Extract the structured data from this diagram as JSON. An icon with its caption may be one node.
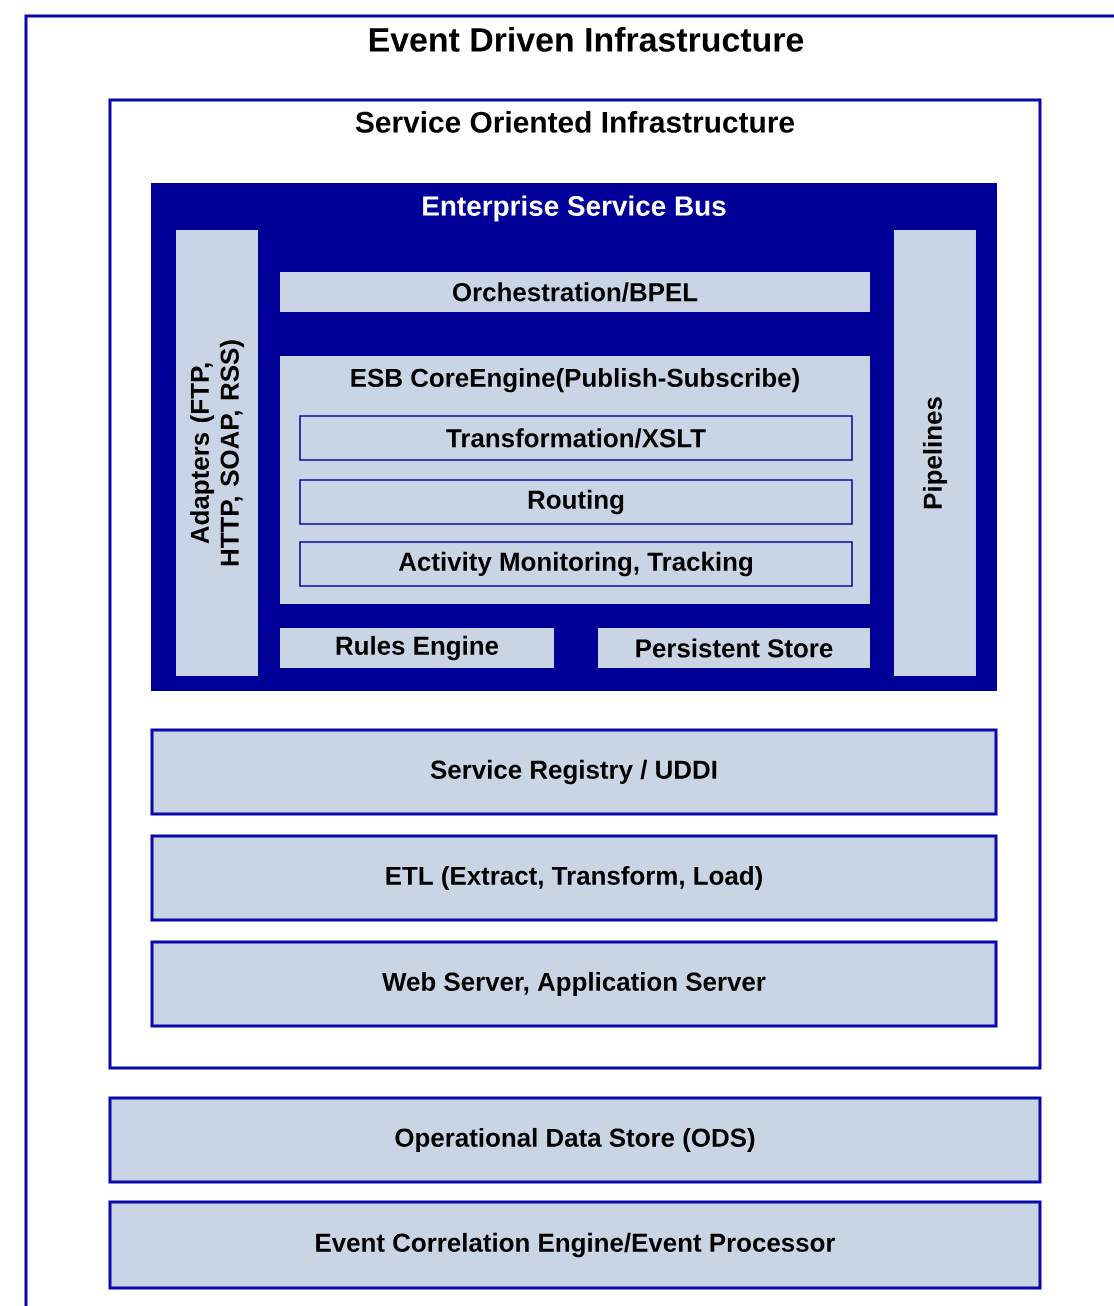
{
  "diagram": {
    "nodes": [
      {
        "text": [
          "Event Driven Infrastructure"
        ]
      },
      {
        "text": [
          "Service Oriented Infrastructure"
        ],
        "in": 0
      },
      {
        "text": [
          "Enterprise Service Bus"
        ],
        "in": 1
      },
      {
        "text": [
          "Adapters (FTP, HTTP, SOAP, RSS)"
        ],
        "in": 2
      },
      {
        "text": [
          "Orchestration/BPEL"
        ],
        "in": 2
      },
      {
        "text": [
          "ESB CoreEngine(Publish-Subscribe)"
        ],
        "in": 2
      },
      {
        "text": [
          "Transformation/XSLT"
        ],
        "in": 5
      },
      {
        "text": [
          "Routing"
        ],
        "in": 5
      },
      {
        "text": [
          "Activity Monitoring, Tracking"
        ],
        "in": 5
      },
      {
        "text": [
          "Rules Engine"
        ],
        "in": 2
      },
      {
        "text": [
          "Persistent Store"
        ],
        "in": 2
      },
      {
        "text": [
          "Pipelines"
        ],
        "in": 2
      },
      {
        "text": [
          "Service Registry / UDDI"
        ],
        "in": 1
      },
      {
        "text": [
          "ETL (Extract, Transform, Load)"
        ],
        "in": 1
      },
      {
        "text": [
          "Web Server, Application Server"
        ],
        "in": 1
      },
      {
        "text": [
          "Operational Data Store (ODS)"
        ],
        "in": 0
      },
      {
        "text": [
          "Event Correlation Engine/Event Processor"
        ],
        "in": 0
      }
    ]
  }
}
